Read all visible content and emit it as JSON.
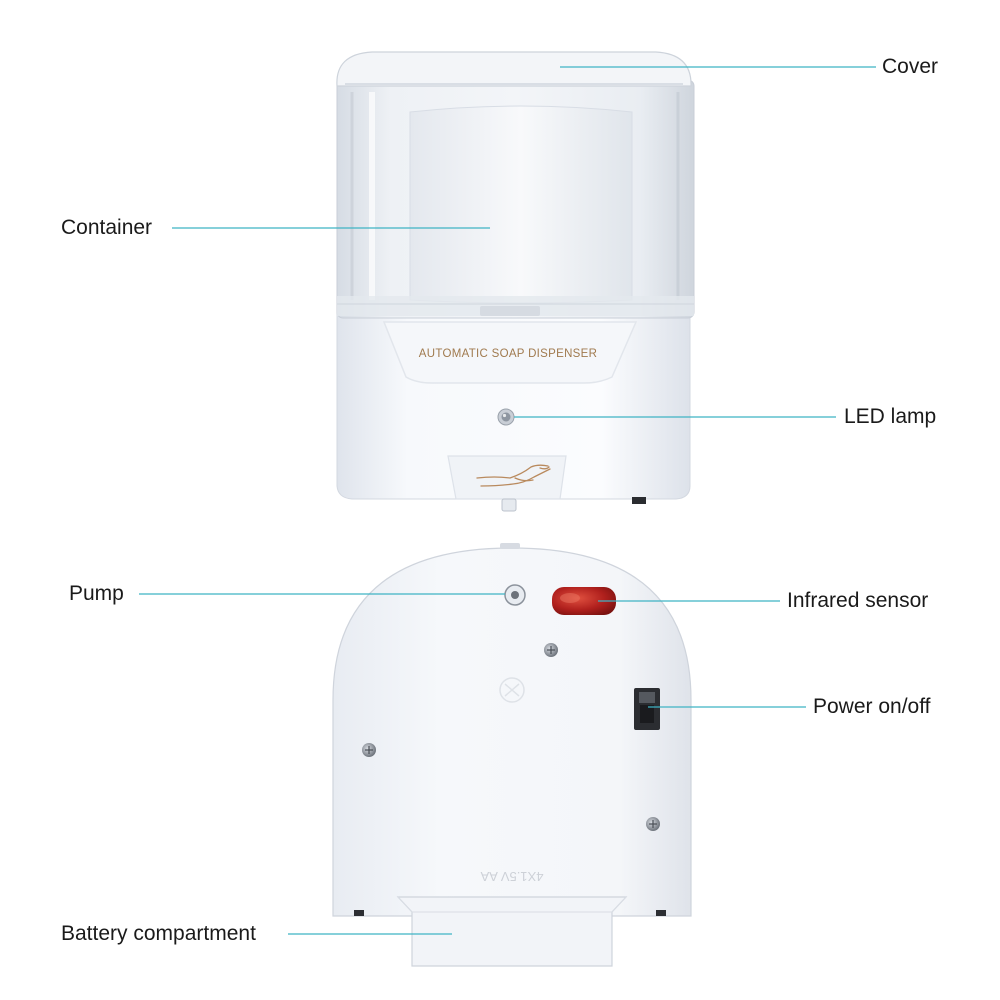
{
  "labels": {
    "cover": "Cover",
    "container": "Container",
    "led_lamp": "LED lamp",
    "pump": "Pump",
    "infrared_sensor": "Infrared sensor",
    "power_switch": "Power on/off",
    "battery_compartment": "Battery compartment"
  },
  "device": {
    "front_text": "AUTOMATIC SOAP DISPENSER",
    "back_text": "4X1.5V AA"
  },
  "colors": {
    "leader_line": "#3fb3c4",
    "device_body": "#f4f6f9",
    "front_text": "#a07a4e",
    "sensor": "#b0201d"
  },
  "icons": [
    "hand-icon",
    "screw-icon",
    "led-icon",
    "switch-icon"
  ]
}
